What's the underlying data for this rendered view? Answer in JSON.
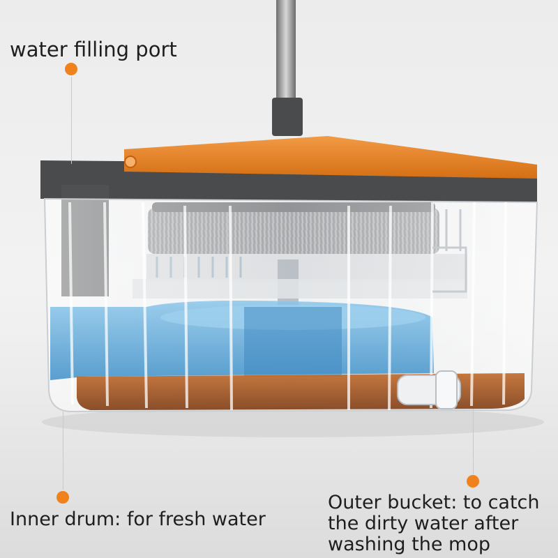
{
  "colors": {
    "accent": "#f0821e",
    "lid": "#e8801f",
    "frame": "#4a4b4d",
    "fresh_water": "#5aa7d8",
    "dirty_water": "#a9561f"
  },
  "icons": [
    "mop-handle",
    "mop-head",
    "drain-valve"
  ],
  "labels": {
    "water_filling_port": "water filling port",
    "inner_drum": "Inner drum: for fresh water",
    "outer_bucket_lines": [
      "Outer bucket: to catch",
      "the dirty water after",
      "washing the mop"
    ]
  }
}
